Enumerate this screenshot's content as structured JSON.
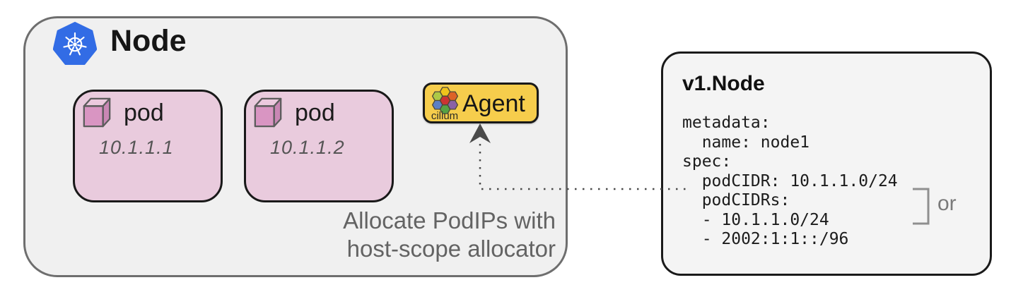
{
  "node": {
    "title": "Node",
    "pods": [
      {
        "label": "pod",
        "ip": "10.1.1.1"
      },
      {
        "label": "pod",
        "ip": "10.1.1.2"
      }
    ],
    "agent": {
      "label": "Agent",
      "logo_caption": "cilium"
    },
    "note": {
      "line1": "Allocate PodIPs with",
      "line2": "host-scope allocator"
    }
  },
  "spec_panel": {
    "title": "v1.Node",
    "code": "metadata:\n  name: node1\nspec:\n  podCIDR: 10.1.1.0/24\n  podCIDRs:\n  - 10.1.1.0/24\n  - 2002:1:1::/96",
    "or_label": "or"
  },
  "icons": {
    "kubernetes": "blue heptagon with white ship wheel",
    "pod": "pink 3d cube",
    "cilium": "seven colored hexagons flower",
    "arrow": "dotted connector with up arrowhead",
    "bracket": "right square bracket grouping podCIDR and podCIDRs"
  },
  "colors": {
    "k8s_blue": "#326CE5",
    "pod_pink": "#E9CBDD",
    "agent_yellow": "#F6CD4C",
    "node_bg": "#F0F0F0",
    "node_border": "#6E6E6E",
    "panel_bg": "#F4F4F4",
    "panel_border": "#1A1A1A",
    "connector_gray": "#4A4A4A",
    "note_gray": "#636363"
  }
}
